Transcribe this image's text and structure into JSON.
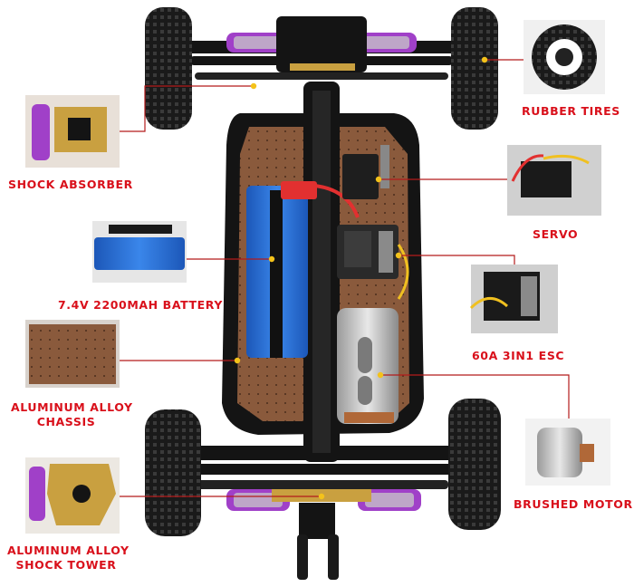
{
  "callouts": {
    "shock_absorber": "SHOCK ABSORBER",
    "battery": "7.4V 2200MAH BATTERY",
    "chassis_line1": "ALUMINUM ALLOY",
    "chassis_line2": "CHASSIS",
    "shock_tower_line1": "ALUMINUM ALLOY",
    "shock_tower_line2": "SHOCK TOWER",
    "rubber_tires": "RUBBER TIRES",
    "servo": "SERVO",
    "esc": "60A 3IN1 ESC",
    "brushed_motor": "BRUSHED MOTOR"
  },
  "colors": {
    "label_red": "#d9101b",
    "leader_line": "#b31b1b",
    "dot_yellow": "#f4c21a",
    "chassis_black": "#141414",
    "wood_plate": "#8a5a3c",
    "battery_blue": "#2a6ed8",
    "shock_purple": "#a040c8",
    "gold_part": "#c9a040",
    "tire_black": "#1a1a1a"
  },
  "icons": [
    "shock-absorber-photo",
    "battery-photo",
    "chassis-plate-photo",
    "shock-tower-photo",
    "tire-photo",
    "servo-photo",
    "esc-photo",
    "motor-photo"
  ]
}
